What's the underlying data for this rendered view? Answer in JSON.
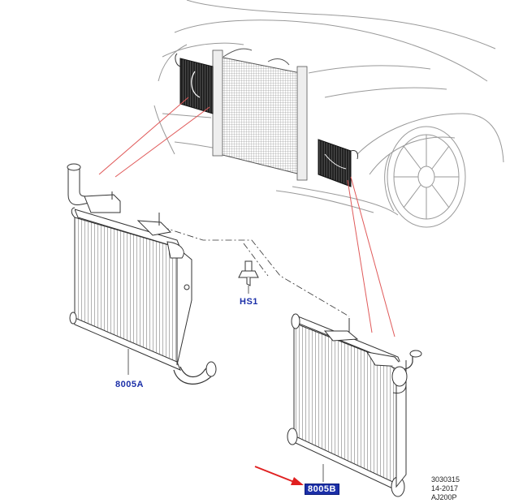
{
  "diagram": {
    "callouts": {
      "hs1": "HS1",
      "part_a": "8005A",
      "part_b": "8005B"
    },
    "reference": {
      "line1": "3030315",
      "line2": "14-2017",
      "line3": "AJ200P"
    },
    "colors": {
      "callout_text": "#1b2fa8",
      "leader_line": "#e05a5a",
      "arrow": "#e02020",
      "drawing_line": "#333333"
    }
  }
}
